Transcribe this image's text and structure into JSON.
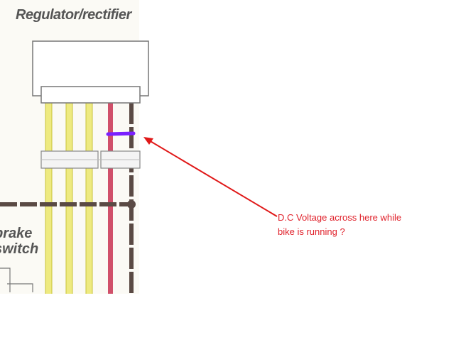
{
  "diagram": {
    "title": "Regulator/rectifier",
    "brake_label_line1": "brake",
    "brake_label_line2": "switch",
    "annotation_line1": "D.C Voltage across here while",
    "annotation_line2": "bike is running ?",
    "colors": {
      "yellow": "#e8e46a",
      "red": "#d0506a",
      "brown": "#5a4a44",
      "purple": "#7a1fff",
      "arrow": "#e01818"
    }
  }
}
